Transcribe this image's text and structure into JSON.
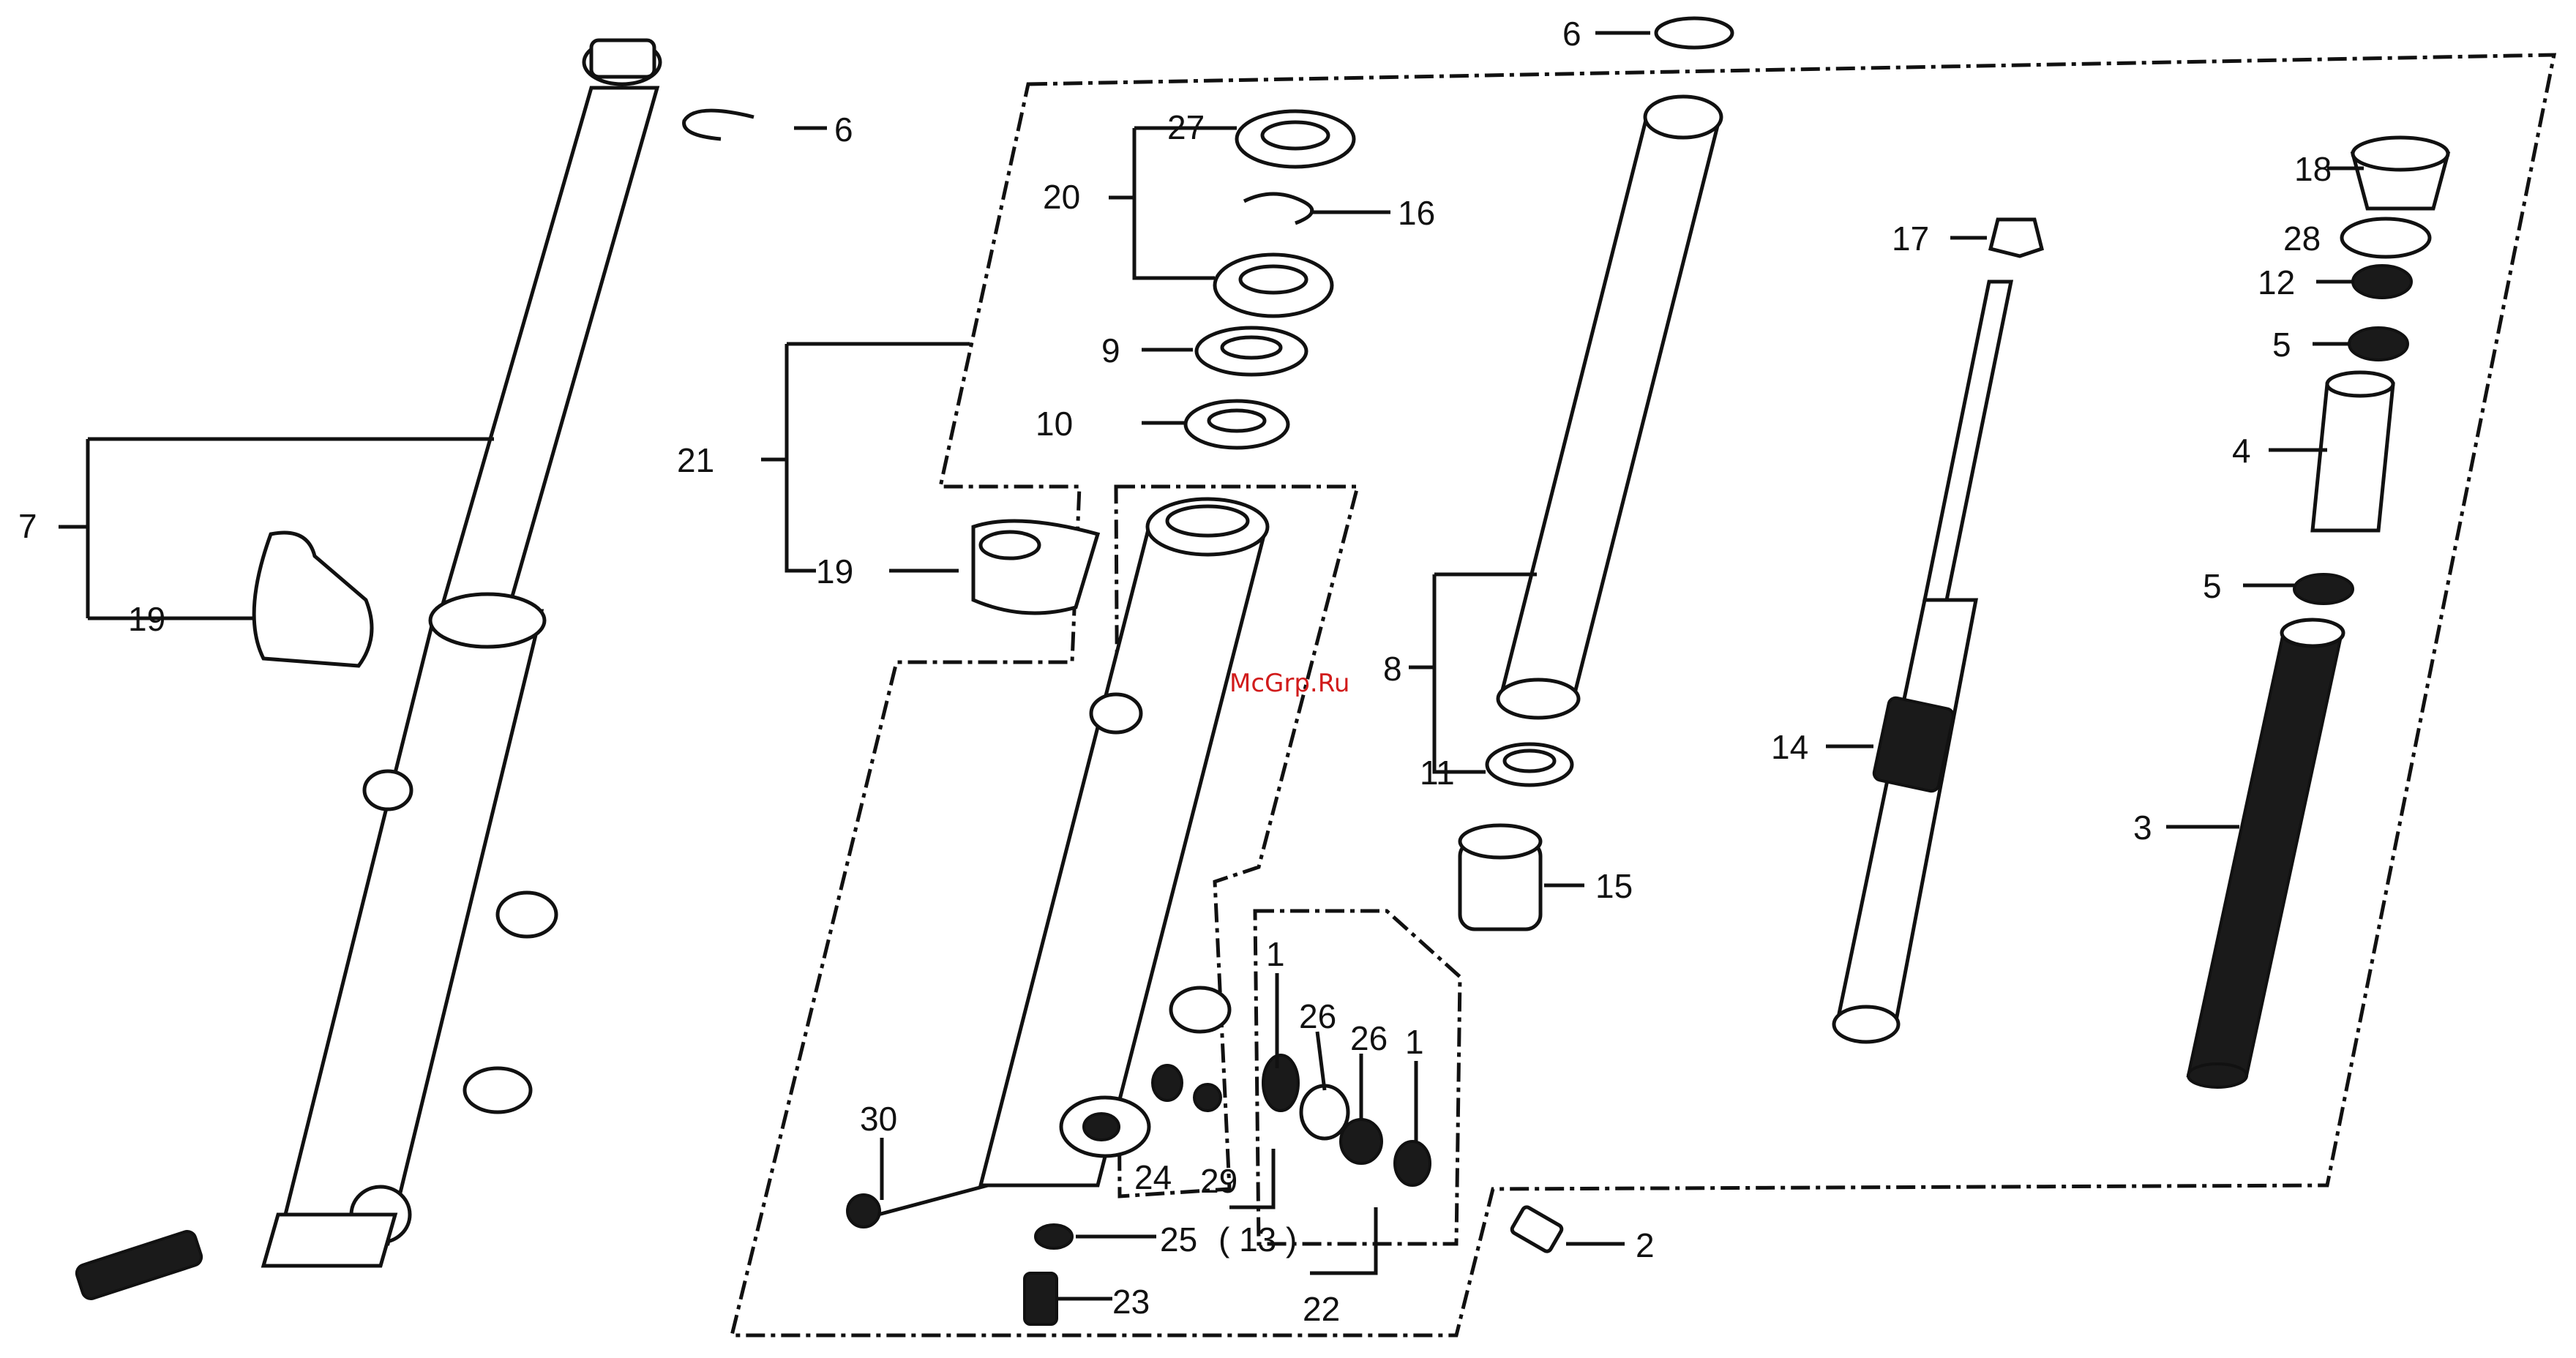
{
  "watermark": "McGrp.Ru",
  "callouts": [
    {
      "id": "c6a",
      "text": "6"
    },
    {
      "id": "c6b",
      "text": "6"
    },
    {
      "id": "c7",
      "text": "7"
    },
    {
      "id": "c19a",
      "text": "19"
    },
    {
      "id": "c19b",
      "text": "19"
    },
    {
      "id": "c27",
      "text": "27"
    },
    {
      "id": "c20",
      "text": "20"
    },
    {
      "id": "c16",
      "text": "16"
    },
    {
      "id": "c9",
      "text": "9"
    },
    {
      "id": "c10",
      "text": "10"
    },
    {
      "id": "c21",
      "text": "21"
    },
    {
      "id": "c17",
      "text": "17"
    },
    {
      "id": "c18",
      "text": "18"
    },
    {
      "id": "c28",
      "text": "28"
    },
    {
      "id": "c12",
      "text": "12"
    },
    {
      "id": "c5a",
      "text": "5"
    },
    {
      "id": "c4",
      "text": "4"
    },
    {
      "id": "c5b",
      "text": "5"
    },
    {
      "id": "c8",
      "text": "8"
    },
    {
      "id": "c11",
      "text": "11"
    },
    {
      "id": "c14",
      "text": "14"
    },
    {
      "id": "c3",
      "text": "3"
    },
    {
      "id": "c15",
      "text": "15"
    },
    {
      "id": "c1a",
      "text": "1"
    },
    {
      "id": "c26a",
      "text": "26"
    },
    {
      "id": "c26b",
      "text": "26"
    },
    {
      "id": "c1b",
      "text": "1"
    },
    {
      "id": "c30",
      "text": "30"
    },
    {
      "id": "c24",
      "text": "24"
    },
    {
      "id": "c29",
      "text": "29"
    },
    {
      "id": "c25",
      "text": "25"
    },
    {
      "id": "c13",
      "text": "( 13 )"
    },
    {
      "id": "c2",
      "text": "2"
    },
    {
      "id": "c22",
      "text": "22"
    },
    {
      "id": "c23",
      "text": "23"
    }
  ]
}
